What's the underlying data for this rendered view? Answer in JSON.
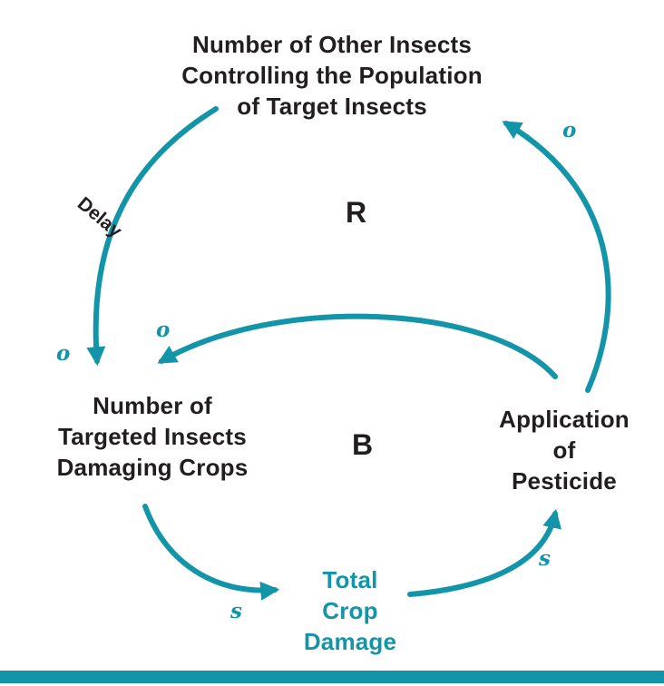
{
  "diagram": {
    "title": "Pesticide causal loop diagram",
    "colors": {
      "accent_teal": "#1295a8",
      "text_black": "#221e1f",
      "background": "#ffffff"
    },
    "nodes": {
      "other_insects": {
        "lines": [
          "Number of Other Insects",
          "Controlling the Population",
          "of Target Insects"
        ]
      },
      "targeted_insects": {
        "lines": [
          "Number of",
          "Targeted Insects",
          "Damaging Crops"
        ]
      },
      "pesticide": {
        "lines": [
          "Application",
          "of",
          "Pesticide"
        ]
      },
      "crop_damage": {
        "lines": [
          "Total",
          "Crop",
          "Damage"
        ]
      }
    },
    "loop_labels": {
      "reinforcing": "R",
      "balancing": "B"
    },
    "edge_labels": {
      "delay": "Delay",
      "o_top_to_left": "o",
      "o_pesticide_to_left": "o",
      "o_pesticide_to_top": "o",
      "s_left_to_damage": "s",
      "s_damage_to_pesticide": "s"
    }
  }
}
